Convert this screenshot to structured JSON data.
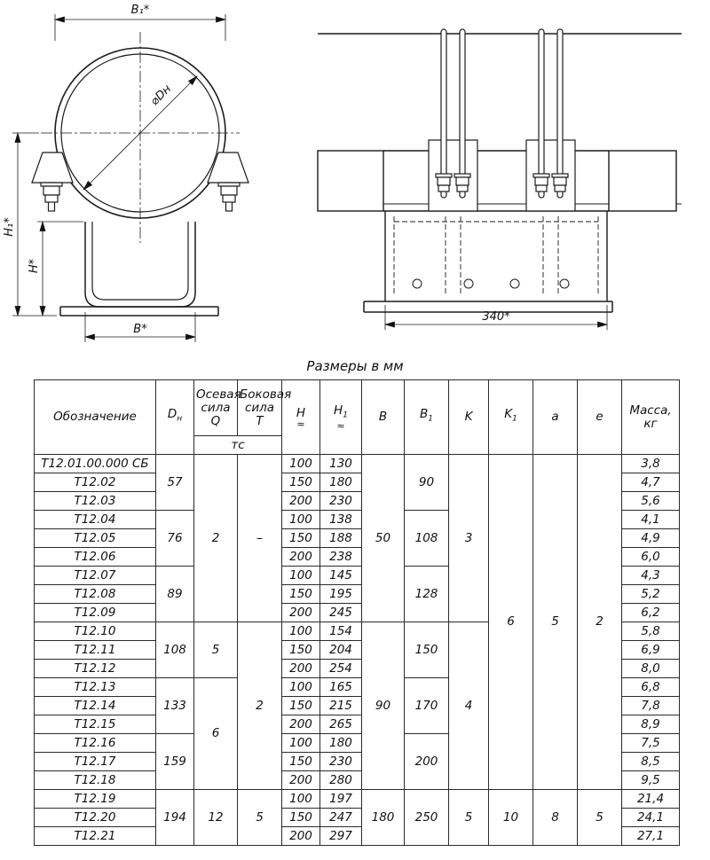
{
  "drawing": {
    "front_view_labels": {
      "b1": "B₁*",
      "dn": "⌀Dн",
      "h1": "H₁*",
      "h": "H*",
      "b": "B*"
    },
    "side_view_labels": {
      "width": "340*"
    }
  },
  "table": {
    "title": "Размеры в мм",
    "headers": {
      "designation": "Обозначение",
      "dn_main": "D",
      "dn_sub": "н",
      "q_lines": [
        "Осевая",
        "сила",
        "Q"
      ],
      "t_lines": [
        "Боковая",
        "сила",
        "Т"
      ],
      "ts": "тс",
      "h_main": "H",
      "h_approx": "≈",
      "h1_main": "H",
      "h1_sub": "1",
      "h1_approx": "≈",
      "b": "B",
      "b1_main": "B",
      "b1_sub": "1",
      "k": "K",
      "k1_main": "K",
      "k1_sub": "1",
      "a": "a",
      "e": "e",
      "mass_lines": [
        "Масса,",
        "кг"
      ]
    },
    "columns": [
      "designation",
      "dn",
      "q",
      "t",
      "h",
      "h1",
      "b",
      "b1",
      "k",
      "k1",
      "a",
      "e",
      "mass"
    ],
    "rows": [
      {
        "designation": "Т12.01.00.000 СБ",
        "dn": [
          "57",
          3
        ],
        "q": [
          "2",
          9
        ],
        "t": [
          "–",
          9
        ],
        "h": "100",
        "h1": "130",
        "b": [
          "50",
          9
        ],
        "b1": [
          "90",
          3
        ],
        "k": [
          "3",
          9
        ],
        "k1": [
          "6",
          18
        ],
        "a": [
          "5",
          18
        ],
        "e": [
          "2",
          18
        ],
        "mass": "3,8"
      },
      {
        "designation": "Т12.02",
        "h": "150",
        "h1": "180",
        "mass": "4,7"
      },
      {
        "designation": "Т12.03",
        "h": "200",
        "h1": "230",
        "mass": "5,6"
      },
      {
        "designation": "Т12.04",
        "dn": [
          "76",
          3
        ],
        "b1": [
          "108",
          3
        ],
        "h": "100",
        "h1": "138",
        "mass": "4,1"
      },
      {
        "designation": "Т12.05",
        "h": "150",
        "h1": "188",
        "mass": "4,9"
      },
      {
        "designation": "Т12.06",
        "h": "200",
        "h1": "238",
        "mass": "6,0"
      },
      {
        "designation": "Т12.07",
        "dn": [
          "89",
          3
        ],
        "b1": [
          "128",
          3
        ],
        "h": "100",
        "h1": "145",
        "mass": "4,3"
      },
      {
        "designation": "Т12.08",
        "h": "150",
        "h1": "195",
        "mass": "5,2"
      },
      {
        "designation": "Т12.09",
        "h": "200",
        "h1": "245",
        "mass": "6,2"
      },
      {
        "designation": "Т12.10",
        "dn": [
          "108",
          3
        ],
        "q": [
          "5",
          3
        ],
        "t": [
          "2",
          9
        ],
        "b": [
          "90",
          9
        ],
        "b1": [
          "150",
          3
        ],
        "k": [
          "4",
          9
        ],
        "h": "100",
        "h1": "154",
        "mass": "5,8"
      },
      {
        "designation": "Т12.11",
        "h": "150",
        "h1": "204",
        "mass": "6,9"
      },
      {
        "designation": "Т12.12",
        "h": "200",
        "h1": "254",
        "mass": "8,0"
      },
      {
        "designation": "Т12.13",
        "dn": [
          "133",
          3
        ],
        "q": [
          "6",
          6
        ],
        "b1": [
          "170",
          3
        ],
        "h": "100",
        "h1": "165",
        "mass": "6,8"
      },
      {
        "designation": "Т12.14",
        "h": "150",
        "h1": "215",
        "mass": "7,8"
      },
      {
        "designation": "Т12.15",
        "h": "200",
        "h1": "265",
        "mass": "8,9"
      },
      {
        "designation": "Т12.16",
        "dn": [
          "159",
          3
        ],
        "b1": [
          "200",
          3
        ],
        "h": "100",
        "h1": "180",
        "mass": "7,5"
      },
      {
        "designation": "Т12.17",
        "h": "150",
        "h1": "230",
        "mass": "8,5"
      },
      {
        "designation": "Т12.18",
        "h": "200",
        "h1": "280",
        "mass": "9,5"
      },
      {
        "designation": "Т12.19",
        "dn": [
          "194",
          3
        ],
        "q": [
          "12",
          3
        ],
        "t": [
          "5",
          3
        ],
        "b": [
          "180",
          3
        ],
        "b1": [
          "250",
          3
        ],
        "k": [
          "5",
          3
        ],
        "k1": [
          "10",
          3
        ],
        "a": [
          "8",
          3
        ],
        "e": [
          "5",
          3
        ],
        "h": "100",
        "h1": "197",
        "mass": "21,4"
      },
      {
        "designation": "Т12.20",
        "h": "150",
        "h1": "247",
        "mass": "24,1"
      },
      {
        "designation": "Т12.21",
        "h": "200",
        "h1": "297",
        "mass": "27,1"
      }
    ]
  }
}
